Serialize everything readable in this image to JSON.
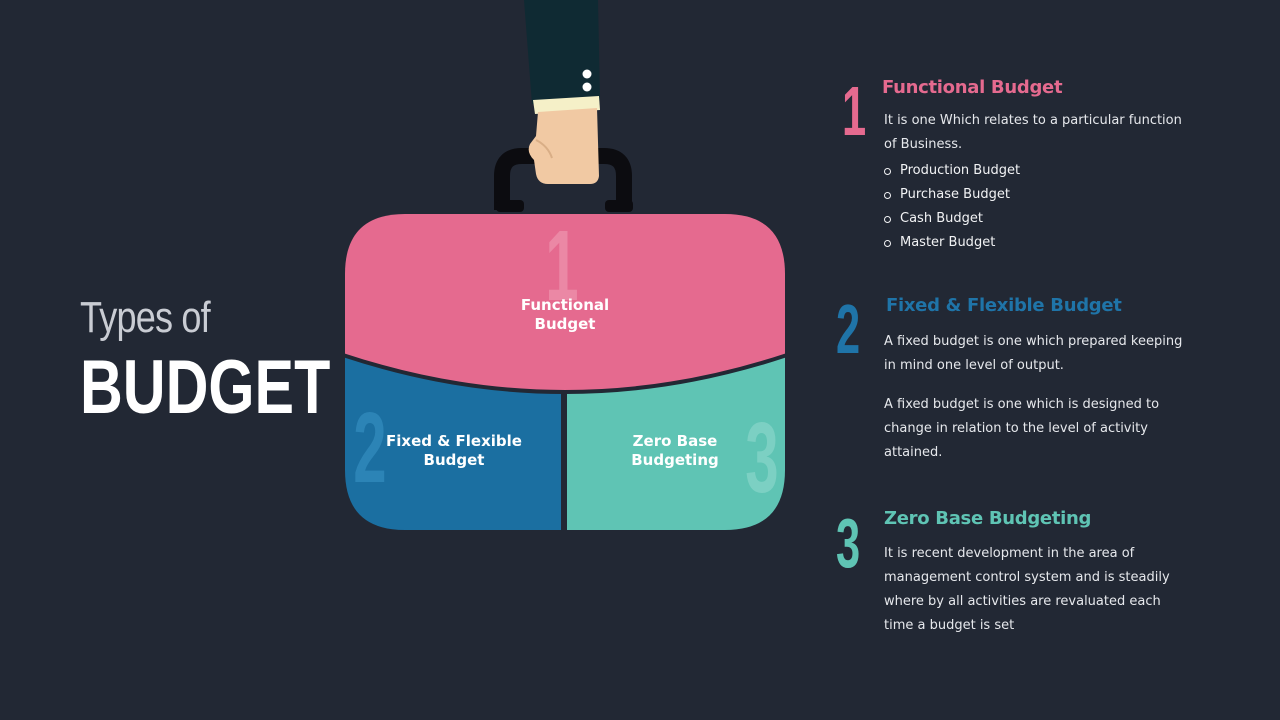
{
  "slide": {
    "title_small": "Types of",
    "title_big": "BUDGET"
  },
  "briefcase": {
    "top_label": "Functional Budget",
    "top_number": "1",
    "left_label": "Fixed & Flexible Budget",
    "left_number": "2",
    "right_label": "Zero Base Budgeting",
    "right_number": "3"
  },
  "sections": [
    {
      "number": "1",
      "title": "Functional Budget",
      "color": "#e56a8f",
      "paragraphs": [
        "It is one Which relates to a particular function of Business."
      ],
      "bullets": [
        "Production Budget",
        "Purchase Budget",
        "Cash Budget",
        "Master Budget"
      ]
    },
    {
      "number": "2",
      "title": "Fixed & Flexible Budget",
      "color": "#1f74a8",
      "paragraphs": [
        "A fixed budget is one which prepared keeping in mind one level of output.",
        "A fixed budget is one which is designed to change in relation to the level of activity attained."
      ]
    },
    {
      "number": "3",
      "title": "Zero Base Budgeting",
      "color": "#5fc4b4",
      "paragraphs": [
        "It is recent development in the area of management control system and is steadily where by all activities are revaluated each time a budget is set"
      ]
    }
  ],
  "colors": {
    "background": "#222834",
    "pink": "#e56a8f",
    "blue": "#1b6fa1",
    "teal": "#5fc4b4"
  }
}
